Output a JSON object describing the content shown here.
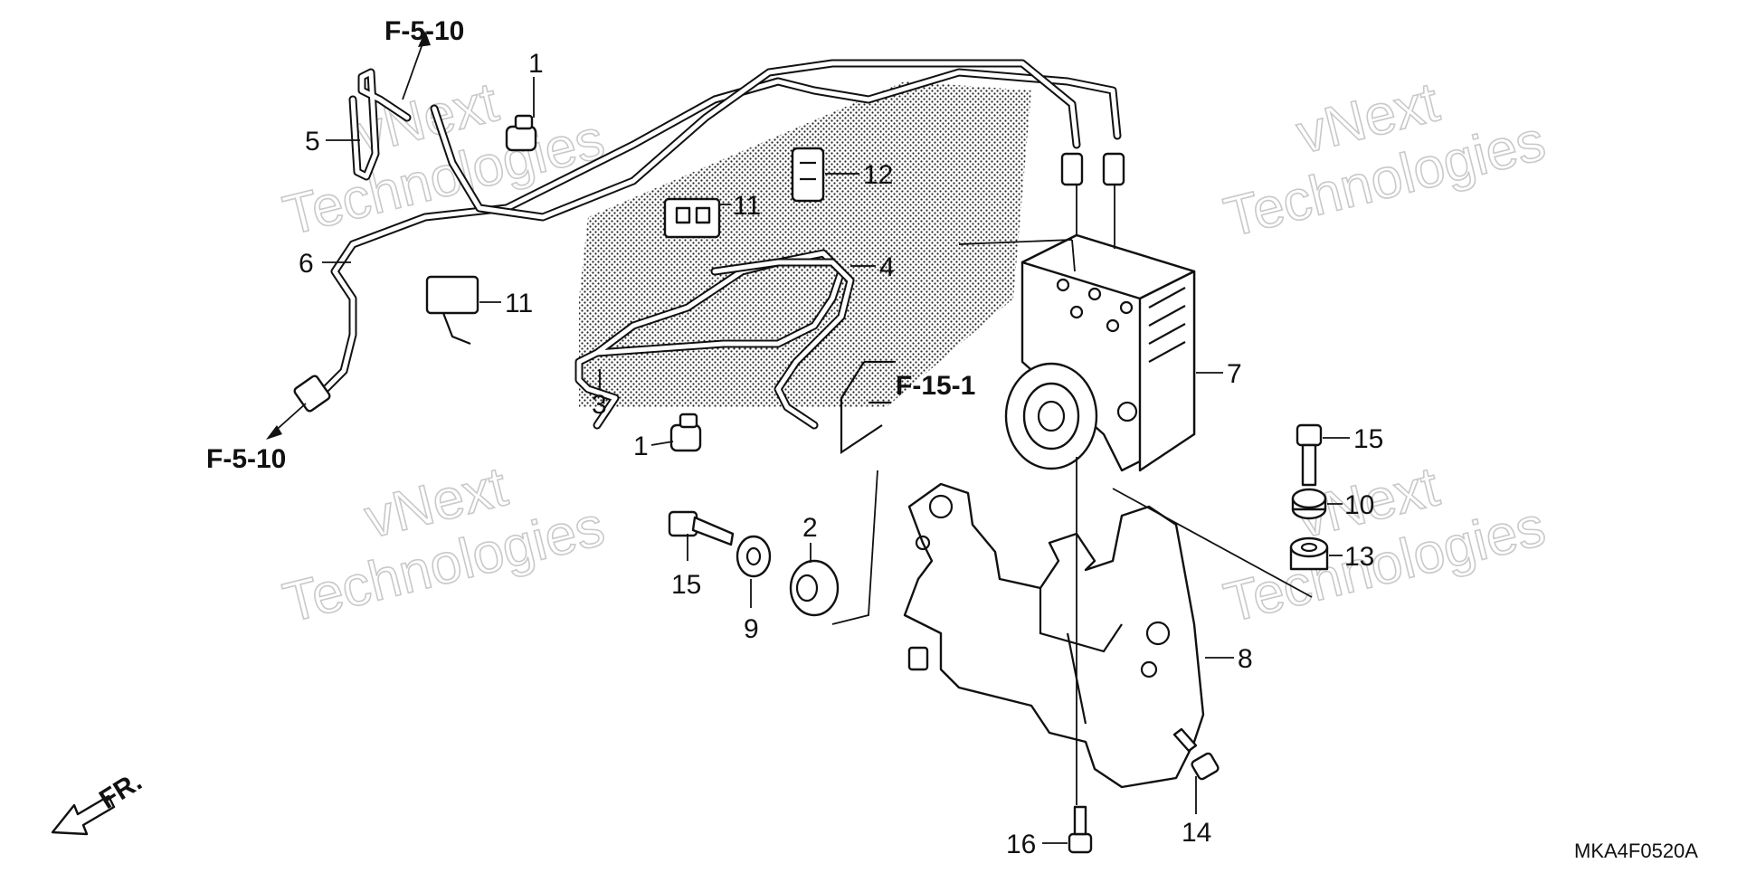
{
  "diagram": {
    "callouts": [
      {
        "id": "c1a",
        "text": "1"
      },
      {
        "id": "c1b",
        "text": "1"
      },
      {
        "id": "c2",
        "text": "2"
      },
      {
        "id": "c3",
        "text": "3"
      },
      {
        "id": "c4",
        "text": "4"
      },
      {
        "id": "c5",
        "text": "5"
      },
      {
        "id": "c6",
        "text": "6"
      },
      {
        "id": "c7",
        "text": "7"
      },
      {
        "id": "c8",
        "text": "8"
      },
      {
        "id": "c9",
        "text": "9"
      },
      {
        "id": "c10",
        "text": "10"
      },
      {
        "id": "c11a",
        "text": "11"
      },
      {
        "id": "c11b",
        "text": "11"
      },
      {
        "id": "c12",
        "text": "12"
      },
      {
        "id": "c13",
        "text": "13"
      },
      {
        "id": "c14",
        "text": "14"
      },
      {
        "id": "c15a",
        "text": "15"
      },
      {
        "id": "c15b",
        "text": "15"
      },
      {
        "id": "c16",
        "text": "16"
      }
    ],
    "references": [
      {
        "id": "r1",
        "text": "F-5-10"
      },
      {
        "id": "r2",
        "text": "F-5-10"
      },
      {
        "id": "r3",
        "text": "F-15-1"
      }
    ],
    "front_label": "FR.",
    "diagram_code": "MKA4F0520A",
    "watermark": {
      "line1": "vNext",
      "line2": "Technologies"
    },
    "colors": {
      "ink": "#111111",
      "watermark": "#c9c9c9",
      "background": "#ffffff"
    }
  }
}
